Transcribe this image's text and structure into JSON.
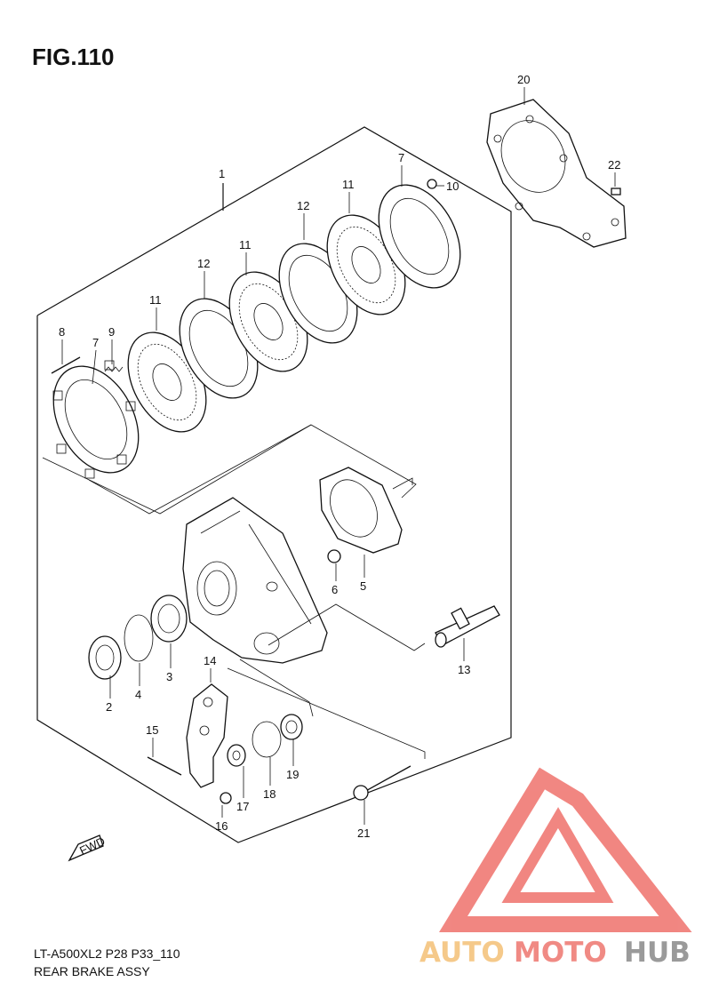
{
  "figure": {
    "title": "FIG.110",
    "code": "LT-A500XL2 P28 P33_110",
    "name": "REAR BRAKE ASSY",
    "fwd_label": "FWD"
  },
  "callouts": [
    {
      "id": "c1",
      "label": "1"
    },
    {
      "id": "c2",
      "label": "2"
    },
    {
      "id": "c3",
      "label": "3"
    },
    {
      "id": "c4",
      "label": "4"
    },
    {
      "id": "c5",
      "label": "5"
    },
    {
      "id": "c6",
      "label": "6"
    },
    {
      "id": "c7a",
      "label": "7"
    },
    {
      "id": "c7b",
      "label": "7"
    },
    {
      "id": "c8",
      "label": "8"
    },
    {
      "id": "c9",
      "label": "9"
    },
    {
      "id": "c10",
      "label": "10"
    },
    {
      "id": "c11a",
      "label": "11"
    },
    {
      "id": "c11b",
      "label": "11"
    },
    {
      "id": "c11c",
      "label": "11"
    },
    {
      "id": "c12a",
      "label": "12"
    },
    {
      "id": "c12b",
      "label": "12"
    },
    {
      "id": "c13",
      "label": "13"
    },
    {
      "id": "c14",
      "label": "14"
    },
    {
      "id": "c15",
      "label": "15"
    },
    {
      "id": "c16",
      "label": "16"
    },
    {
      "id": "c17",
      "label": "17"
    },
    {
      "id": "c18",
      "label": "18"
    },
    {
      "id": "c19",
      "label": "19"
    },
    {
      "id": "c20",
      "label": "20"
    },
    {
      "id": "c21",
      "label": "21"
    },
    {
      "id": "c22",
      "label": "22"
    }
  ],
  "watermark": {
    "part1": "AUTO",
    "part2": "MOTO",
    "part3": "HUB",
    "color1": "#f5c98a",
    "color2": "#f08a84",
    "color3": "#9a9a9a",
    "logo_color": "#f07a74"
  }
}
